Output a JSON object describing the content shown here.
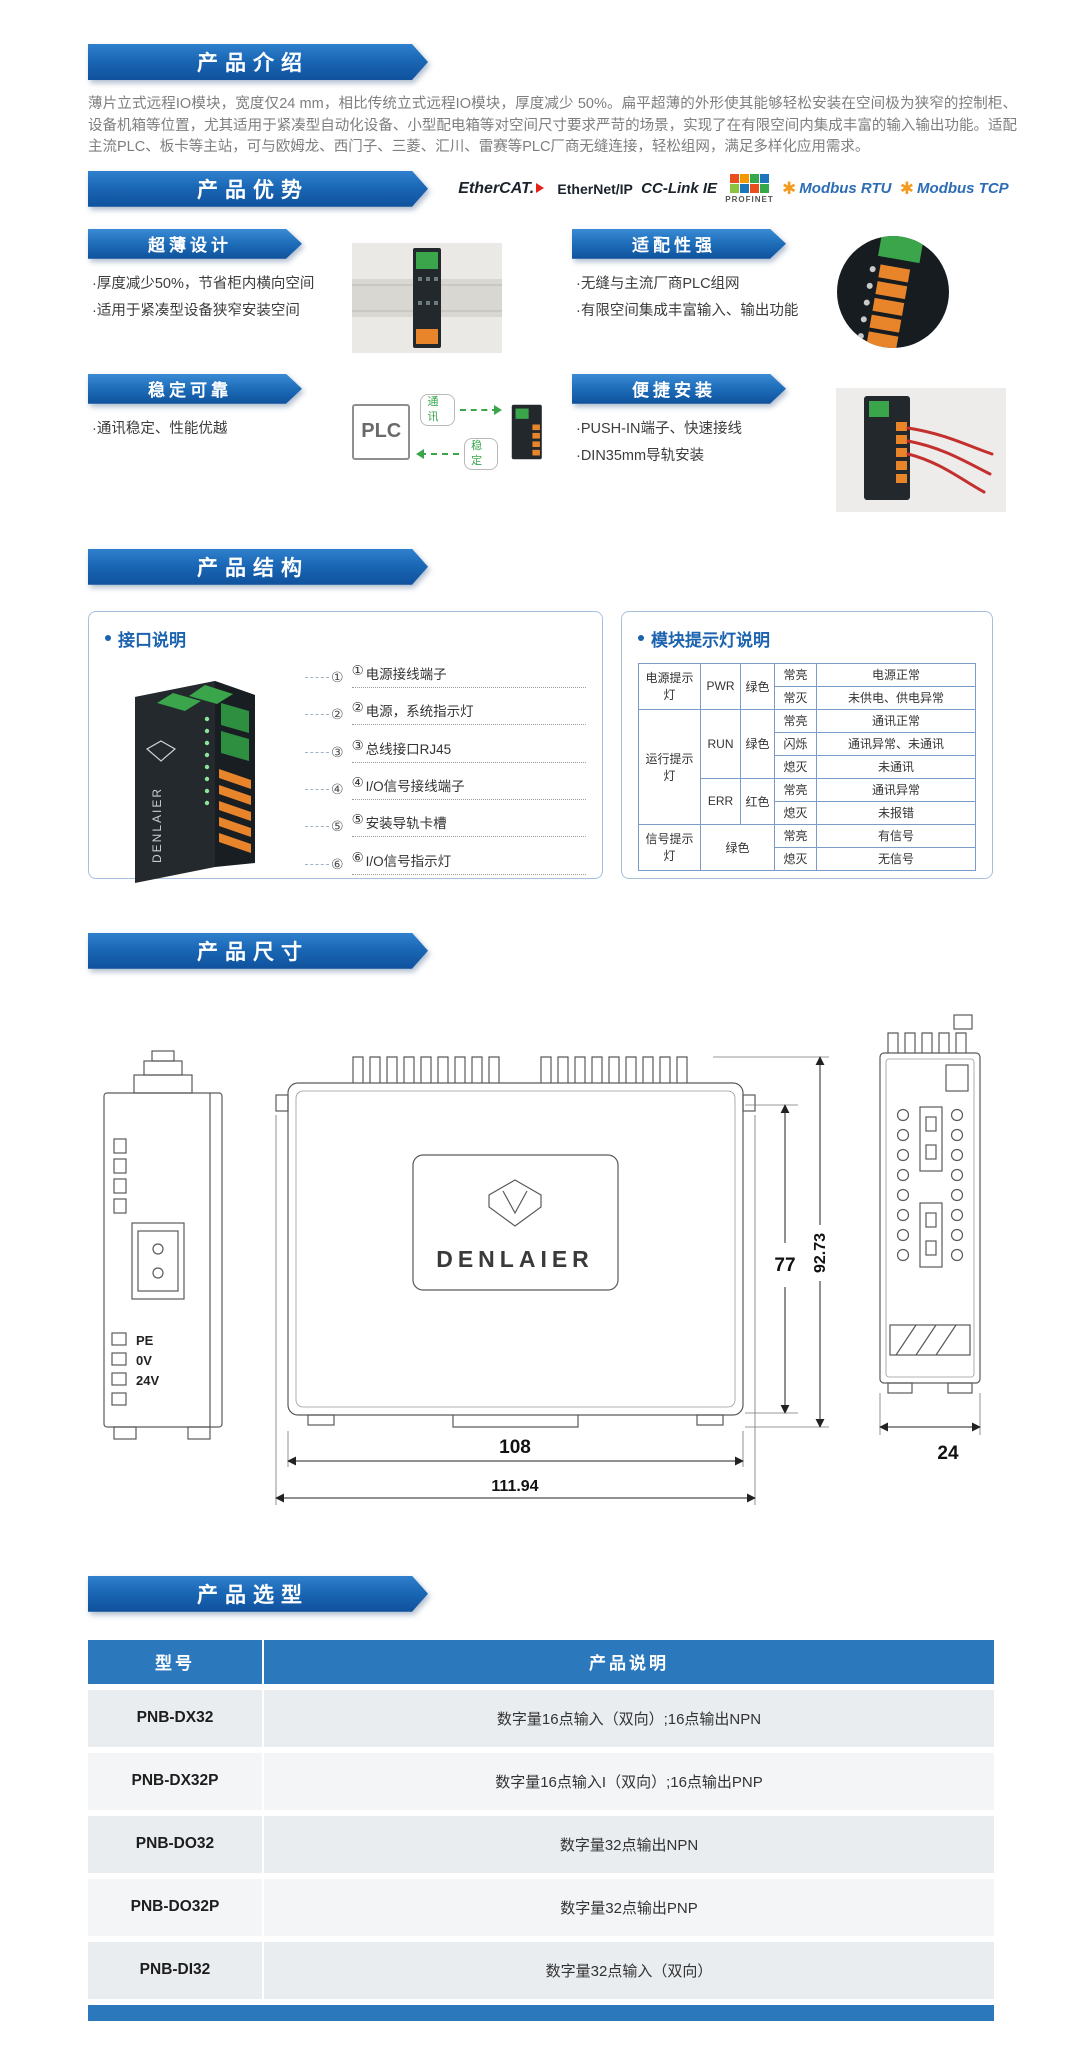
{
  "brand": "DENLAIER",
  "colors": {
    "accent_blue": "#1a67b5",
    "table_header": "#2b78bd",
    "led_green": "#3aa54a",
    "terminal_orange": "#e8852b",
    "err_red": "#c3302e"
  },
  "icons": {
    "modbus_star": "✱"
  },
  "intro": {
    "title": "产品介绍",
    "body": "薄片立式远程IO模块，宽度仅24 mm，相比传统立式远程IO模块，厚度减少 50%。扁平超薄的外形使其能够轻松安装在空间极为狭窄的控制柜、设备机箱等位置，尤其适用于紧凑型自动化设备、小型配电箱等对空间尺寸要求严苛的场景，实现了在有限空间内集成丰富的输入输出功能。适配主流PLC、板卡等主站，可与欧姆龙、西门子、三菱、汇川、雷赛等PLC厂商无缝连接，轻松组网，满足多样化应用需求。"
  },
  "advantages": {
    "title": "产品优势",
    "protocols": [
      {
        "name": "EtherCAT."
      },
      {
        "name": "EtherNet/IP"
      },
      {
        "name": "CC-Link IE"
      },
      {
        "name": "PROFINET"
      },
      {
        "name": "Modbus RTU"
      },
      {
        "name": "Modbus TCP"
      }
    ]
  },
  "features": [
    {
      "title": "超薄设计",
      "b1": "·厚度减少50%，节省柜内横向空间",
      "b2": "·适用于紧凑型设备狭窄安装空间"
    },
    {
      "title": "适配性强",
      "b1": "·无缝与主流厂商PLC组网",
      "b2": "·有限空间集成丰富输入、输出功能"
    },
    {
      "title": "稳定可靠",
      "b1": "·通讯稳定、性能优越",
      "b2": ""
    },
    {
      "title": "便捷安装",
      "b1": "·PUSH-IN端子、快速接线",
      "b2": "·DIN35mm导轨安装"
    }
  ],
  "plc_diagram": {
    "plc": "PLC",
    "top": "通讯",
    "bottom": "稳定"
  },
  "structure": {
    "title": "产品结构",
    "interface": {
      "title": "接口说明",
      "callouts": [
        {
          "num": "①",
          "label": "电源接线端子"
        },
        {
          "num": "②",
          "label": "电源，系统指示灯"
        },
        {
          "num": "③",
          "label": "总线接口RJ45"
        },
        {
          "num": "④",
          "label": "I/O信号接线端子"
        },
        {
          "num": "⑤",
          "label": "安装导轨卡槽"
        },
        {
          "num": "⑥",
          "label": "I/O信号指示灯"
        }
      ]
    },
    "indicators": {
      "title": "模块提示灯说明",
      "power": {
        "name": "电源提示灯",
        "led": "PWR",
        "color": "绿色",
        "s1": "常亮",
        "d1": "电源正常",
        "s2": "常灭",
        "d2": "未供电、供电异常"
      },
      "run": {
        "name": "运行提示灯",
        "run_led": "RUN",
        "run_color": "绿色",
        "r1": "常亮",
        "rd1": "通讯正常",
        "r2": "闪烁",
        "rd2": "通讯异常、未通讯",
        "r3": "熄灭",
        "rd3": "未通讯",
        "err_led": "ERR",
        "err_color": "红色",
        "e1": "常亮",
        "ed1": "通讯异常",
        "e2": "熄灭",
        "ed2": "未报错"
      },
      "signal": {
        "name": "信号提示灯",
        "color": "绿色",
        "s1": "常亮",
        "d1": "有信号",
        "s2": "熄灭",
        "d2": "无信号"
      }
    }
  },
  "dimensions": {
    "title": "产品尺寸",
    "front_width": "108",
    "overall_width": "111.94",
    "body_height": "77",
    "overall_height": "92.73",
    "depth": "24",
    "terminals": {
      "pe": "PE",
      "zero_v": "0V",
      "v24": "24V"
    }
  },
  "selection": {
    "title": "产品选型",
    "col_model": "型号",
    "col_desc": "产品说明",
    "rows": [
      {
        "model": "PNB-DX32",
        "desc": "数字量16点输入（双向）;16点输出NPN"
      },
      {
        "model": "PNB-DX32P",
        "desc": "数字量16点输入I（双向）;16点输出PNP"
      },
      {
        "model": "PNB-DO32",
        "desc": "数字量32点输出NPN"
      },
      {
        "model": "PNB-DO32P",
        "desc": "数字量32点输出PNP"
      },
      {
        "model": "PNB-DI32",
        "desc": "数字量32点输入（双向）"
      }
    ]
  }
}
